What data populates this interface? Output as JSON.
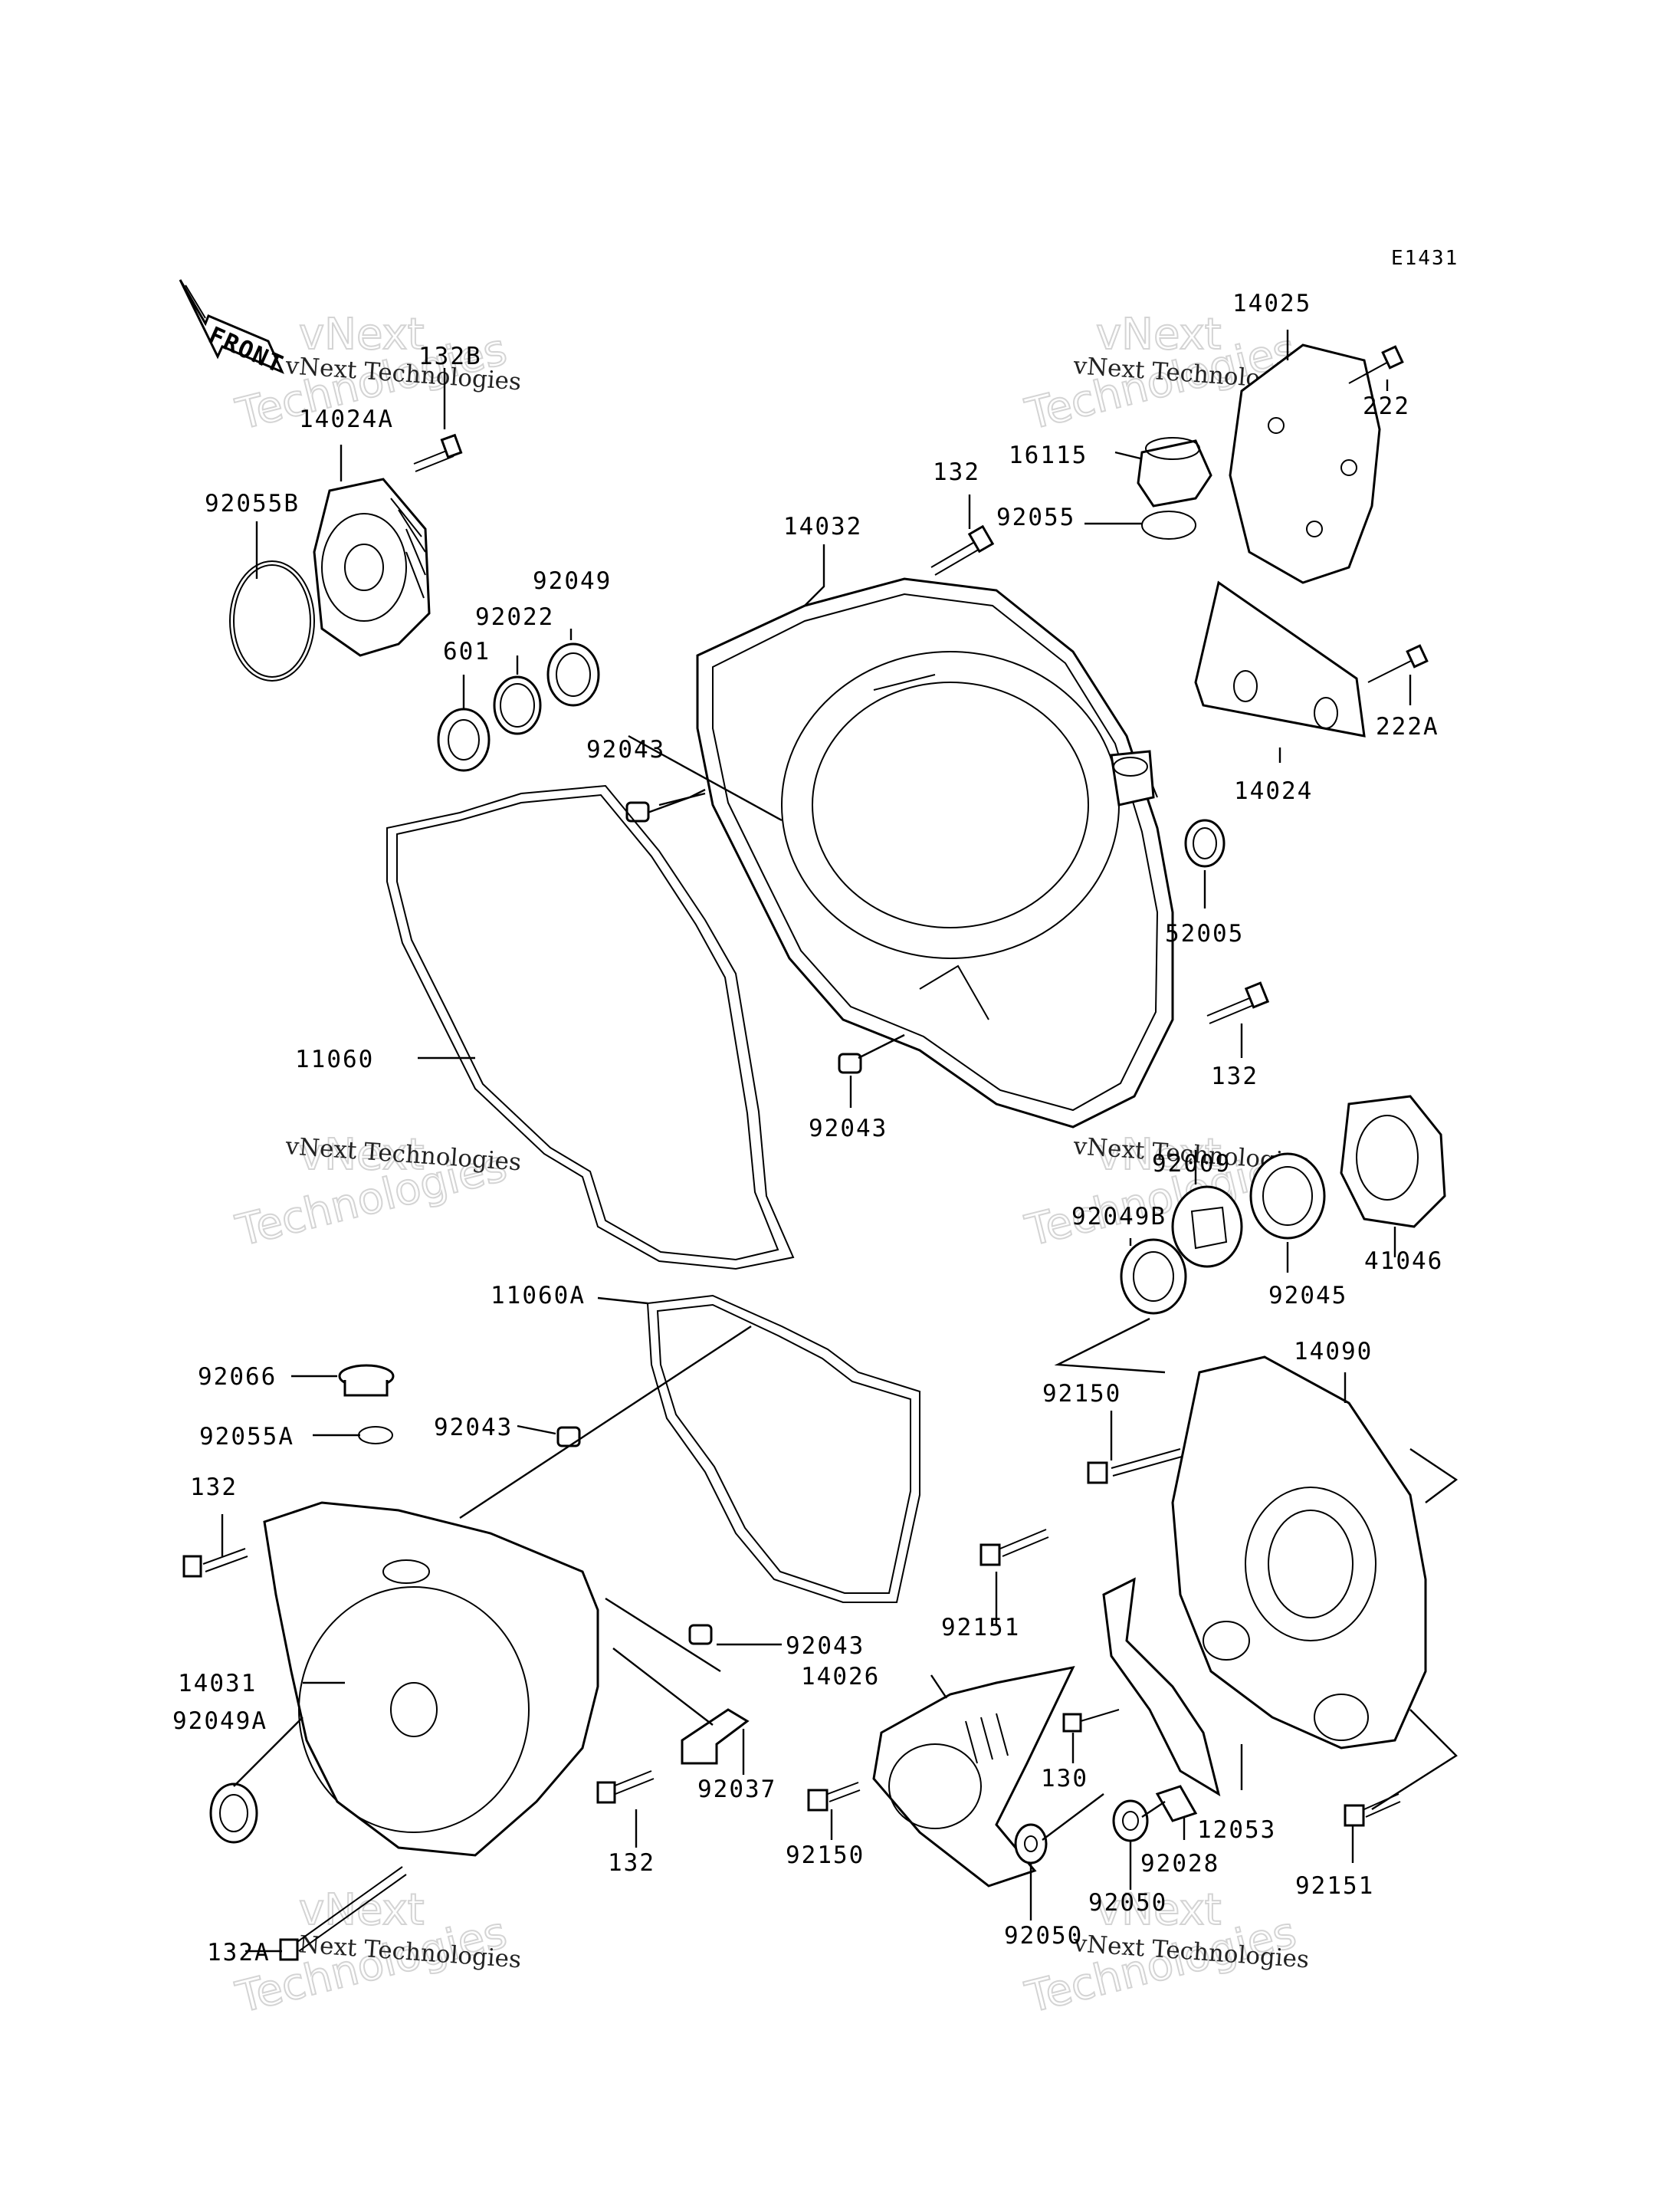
{
  "diagram": {
    "code": "E1431",
    "front_label": "FRONT",
    "watermark_text": "vNext Technologies",
    "watermark_big": "Technologies",
    "watermark_small": "vNext"
  },
  "labels": {
    "p132B": "132B",
    "p14024A": "14024A",
    "p92055B": "92055B",
    "p92049": "92049",
    "p92022": "92022",
    "p601": "601",
    "p92043_a": "92043",
    "p14032": "14032",
    "p132_a": "132",
    "p92055": "92055",
    "p16115": "16115",
    "p14025": "14025",
    "p222": "222",
    "p222A": "222A",
    "p14024": "14024",
    "p52005": "52005",
    "p132_b": "132",
    "p11060": "11060",
    "p92043_b": "92043",
    "p92009": "92009",
    "p92049B": "92049B",
    "p92045": "92045",
    "p41046": "41046",
    "p11060A": "11060A",
    "p14090": "14090",
    "p92066": "92066",
    "p92055A": "92055A",
    "p92043_c": "92043",
    "p92150_a": "92150",
    "p132_c": "132",
    "p92151_a": "92151",
    "p14031": "14031",
    "p92049A": "92049A",
    "p92043_d": "92043",
    "p14026": "14026",
    "p92037": "92037",
    "p132_d": "132",
    "p92150_b": "92150",
    "p130": "130",
    "p12053": "12053",
    "p92028": "92028",
    "p92151_b": "92151",
    "p132A": "132A",
    "p92050_a": "92050",
    "p92050_b": "92050"
  }
}
